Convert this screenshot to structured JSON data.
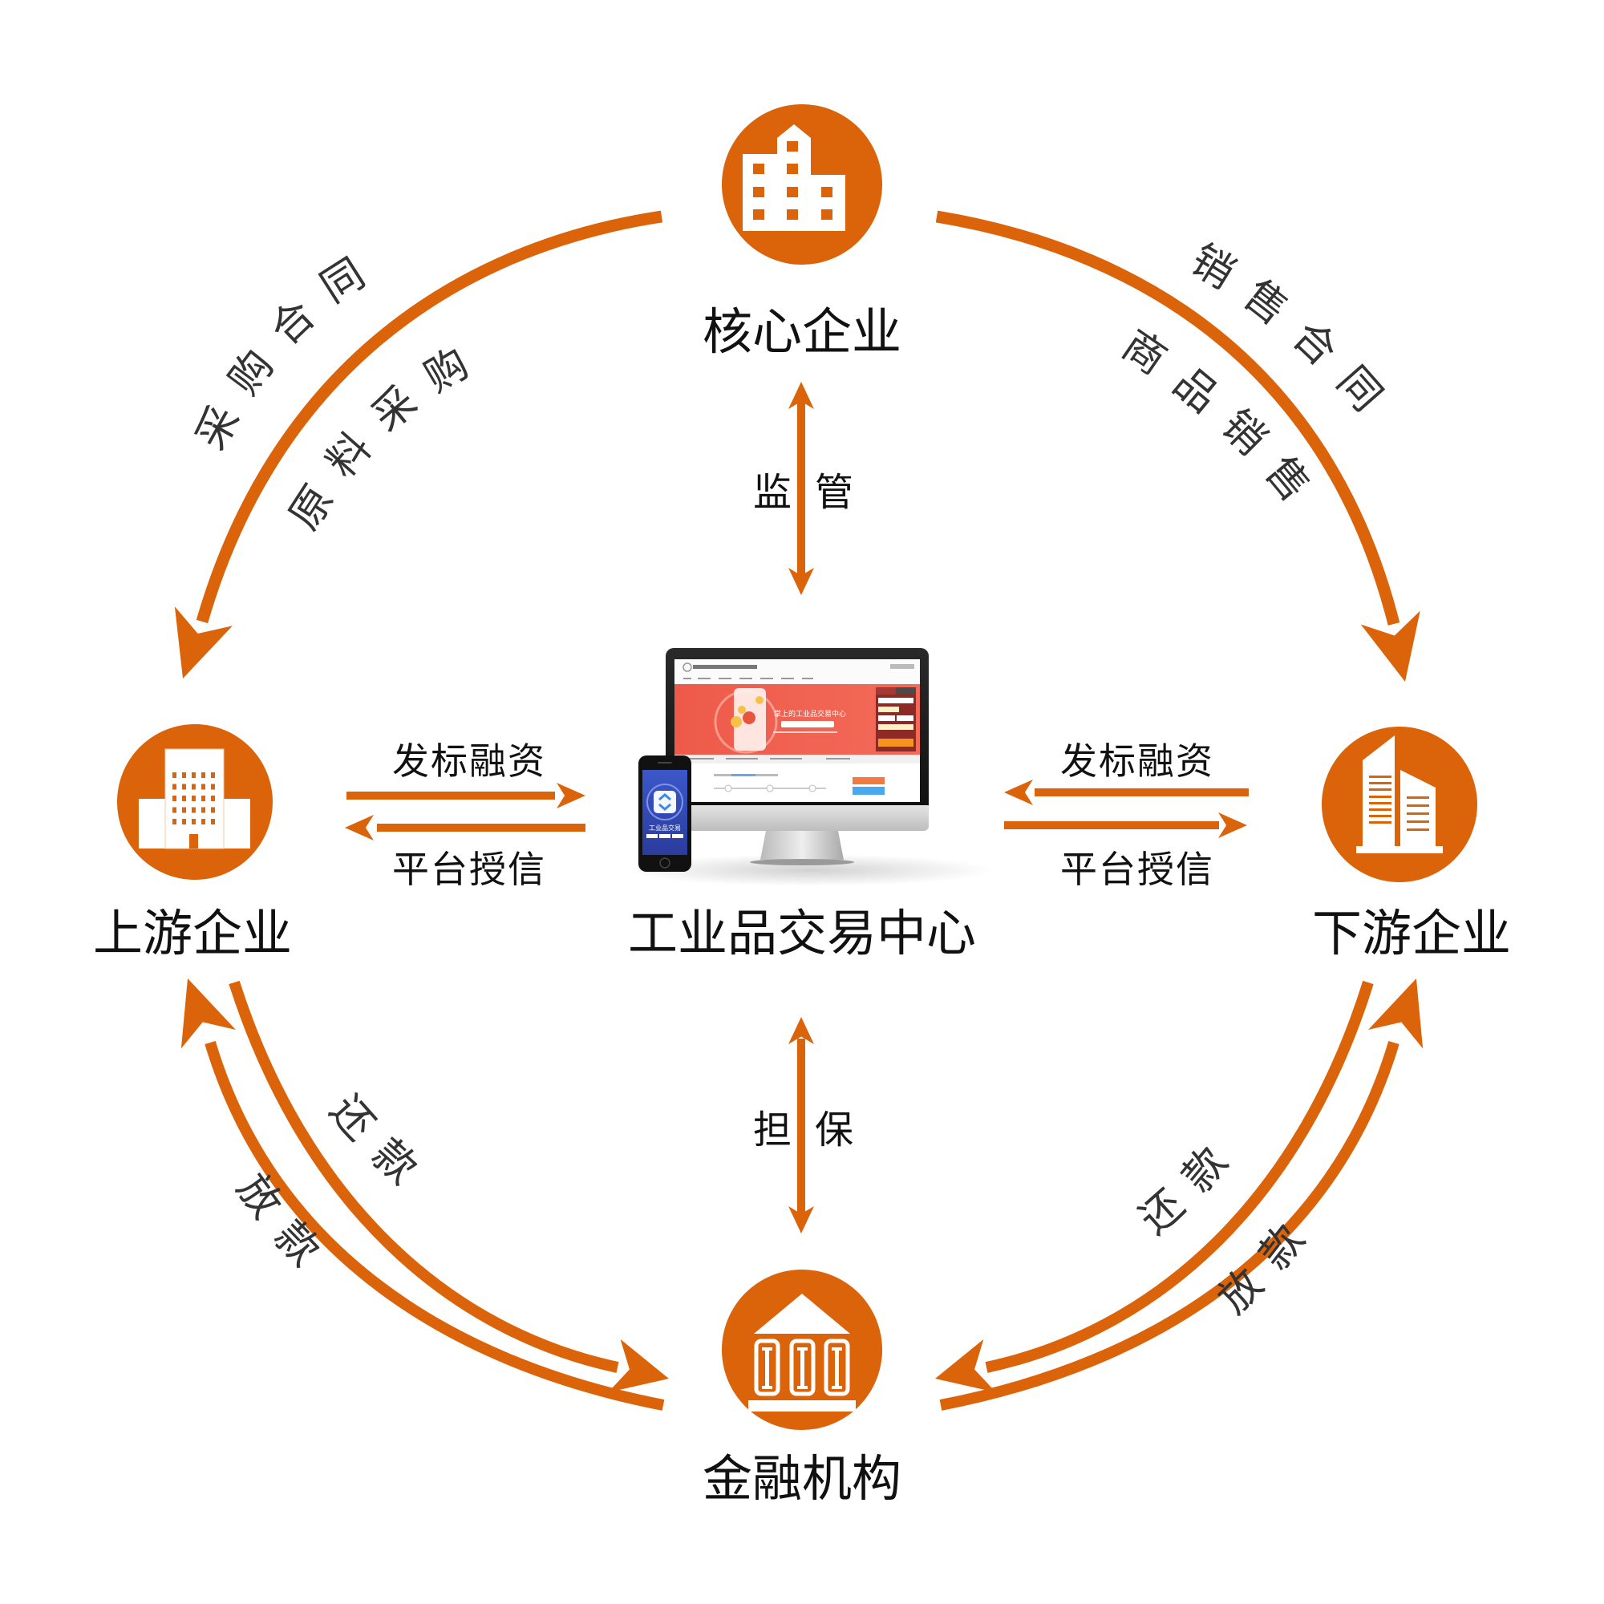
{
  "colors": {
    "accent": "#DB6309",
    "icon_glyph": "#ffffff",
    "text": "#111111",
    "arc_text": "#333333"
  },
  "nodes": {
    "core": {
      "label": "核心企业",
      "icon": "factory-building-icon"
    },
    "upstream": {
      "label": "上游企业",
      "icon": "office-building-icon"
    },
    "downstream": {
      "label": "下游企业",
      "icon": "skyscraper-icon"
    },
    "finance": {
      "label": "金融机构",
      "icon": "bank-icon"
    },
    "center": {
      "label": "工业品交易中心",
      "icon": "computer-and-phone-icon"
    }
  },
  "flows": {
    "core_to_upstream": {
      "outer": "采购合同",
      "inner": "原料采购"
    },
    "core_to_downstream": {
      "outer": "销售合同",
      "inner": "商品销售"
    },
    "core_center": {
      "left": "监",
      "right": "管"
    },
    "center_finance": {
      "left": "担",
      "right": "保"
    },
    "upstream_center": {
      "top": "发标融资",
      "bottom": "平台授信"
    },
    "downstream_center": {
      "top": "发标融资",
      "bottom": "平台授信"
    },
    "upstream_finance": {
      "inner": "还款",
      "outer": "放款"
    },
    "downstream_finance": {
      "inner": "还款",
      "outer": "放款"
    }
  },
  "device_mockup": {
    "phone_title": "工业品交易",
    "banner_title": "掌上的工业品交易中心"
  }
}
